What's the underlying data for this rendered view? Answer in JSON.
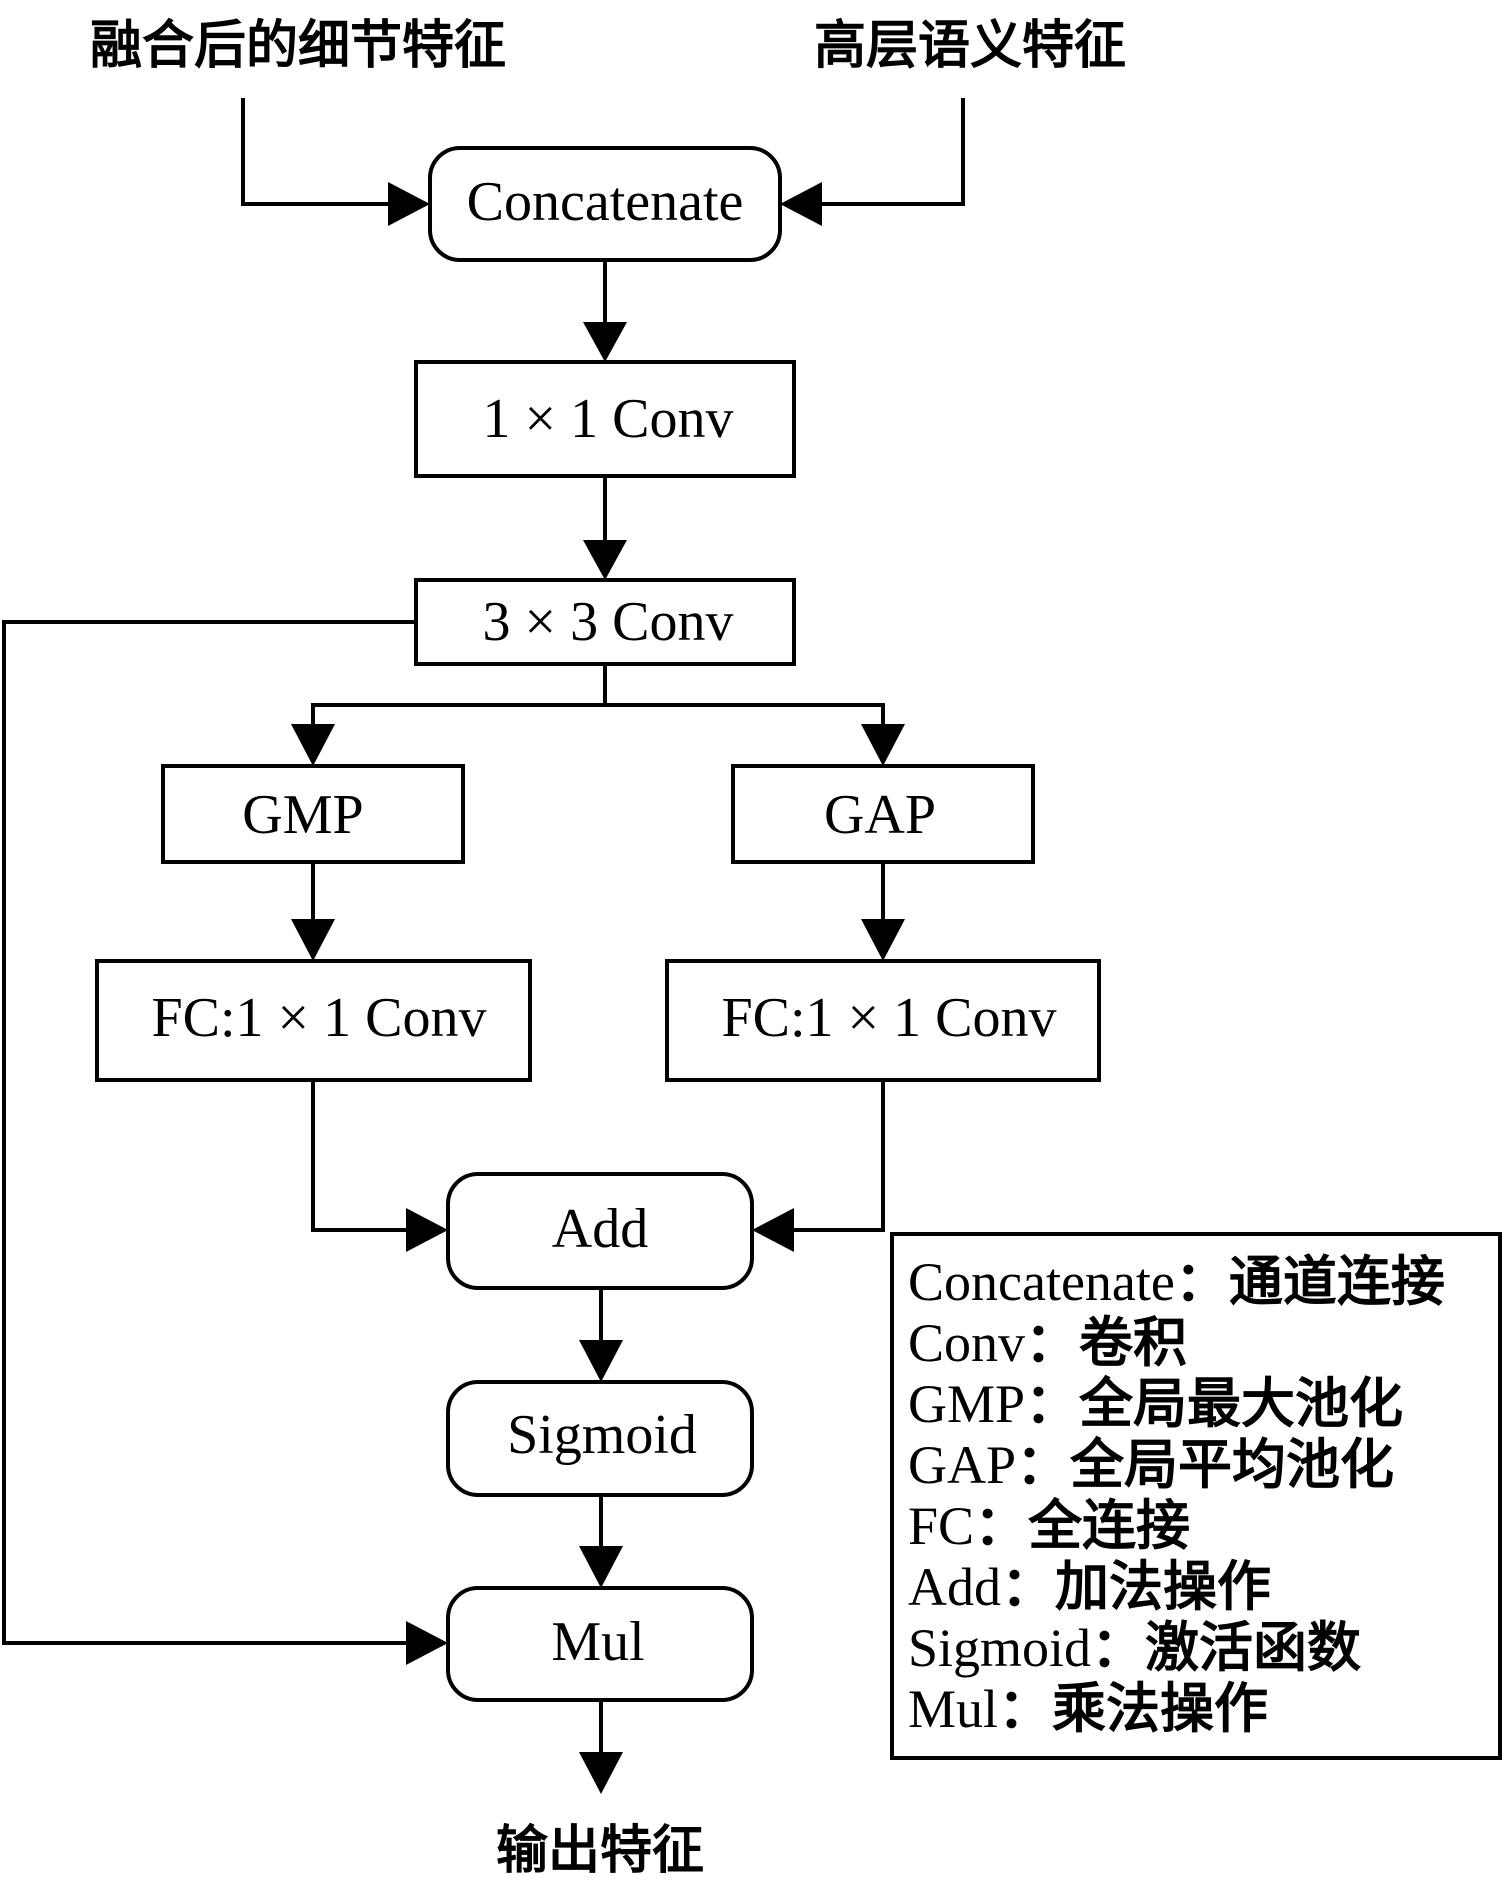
{
  "inputs": {
    "left": "融合后的细节特征",
    "right": "高层语义特征"
  },
  "output": "输出特征",
  "nodes": {
    "concatenate": "Concatenate",
    "conv1x1": "1 × 1 Conv",
    "conv3x3": "3 × 3 Conv",
    "gmp": "GMP",
    "gap": "GAP",
    "fc_left": "FC:1 × 1 Conv",
    "fc_right": "FC:1 × 1 Conv",
    "add": "Add",
    "sigmoid": "Sigmoid",
    "mul": "Mul"
  },
  "legend": [
    {
      "term": "Concatenate",
      "sep": "：",
      "meaning": "通道连接"
    },
    {
      "term": "Conv",
      "sep": "：",
      "meaning": "卷积"
    },
    {
      "term": "GMP",
      "sep": "：",
      "meaning": "全局最大池化"
    },
    {
      "term": "GAP",
      "sep": "：",
      "meaning": "全局平均池化"
    },
    {
      "term": "FC",
      "sep": "：",
      "meaning": "全连接"
    },
    {
      "term": "Add",
      "sep": "：",
      "meaning": "加法操作"
    },
    {
      "term": "Sigmoid",
      "sep": "：",
      "meaning": "激活函数"
    },
    {
      "term": "Mul",
      "sep": "：",
      "meaning": "乘法操作"
    }
  ]
}
